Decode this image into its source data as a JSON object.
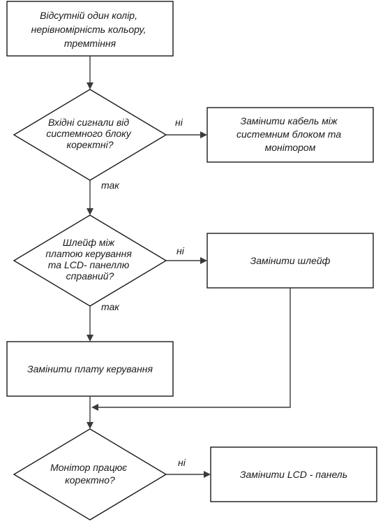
{
  "nodes": {
    "start": {
      "lines": [
        "Відсутній один колір,",
        "нерівномірність кольору,",
        "тремтіння"
      ]
    },
    "q_signals": {
      "lines": [
        "Вхідні сигнали від",
        "системного блоку",
        "коректні?"
      ]
    },
    "replace_cable": {
      "lines": [
        "Замінити кабель між",
        "системним блоком та",
        "монітором"
      ]
    },
    "q_ribbon": {
      "lines": [
        "Шлейф між",
        "платою керування",
        "та LCD- панеллю",
        "справний?"
      ]
    },
    "replace_ribbon": {
      "lines": [
        "Замінити шлейф"
      ]
    },
    "replace_board": {
      "lines": [
        "Замінити плату керування"
      ]
    },
    "q_monitor": {
      "lines": [
        "Монітор працює",
        "коректно?"
      ]
    },
    "replace_lcd": {
      "lines": [
        "Замінити LCD - панель"
      ]
    }
  },
  "edge_labels": {
    "no_1": "ні",
    "yes_1": "так",
    "no_2": "ні",
    "yes_2": "так",
    "no_3": "ні"
  }
}
